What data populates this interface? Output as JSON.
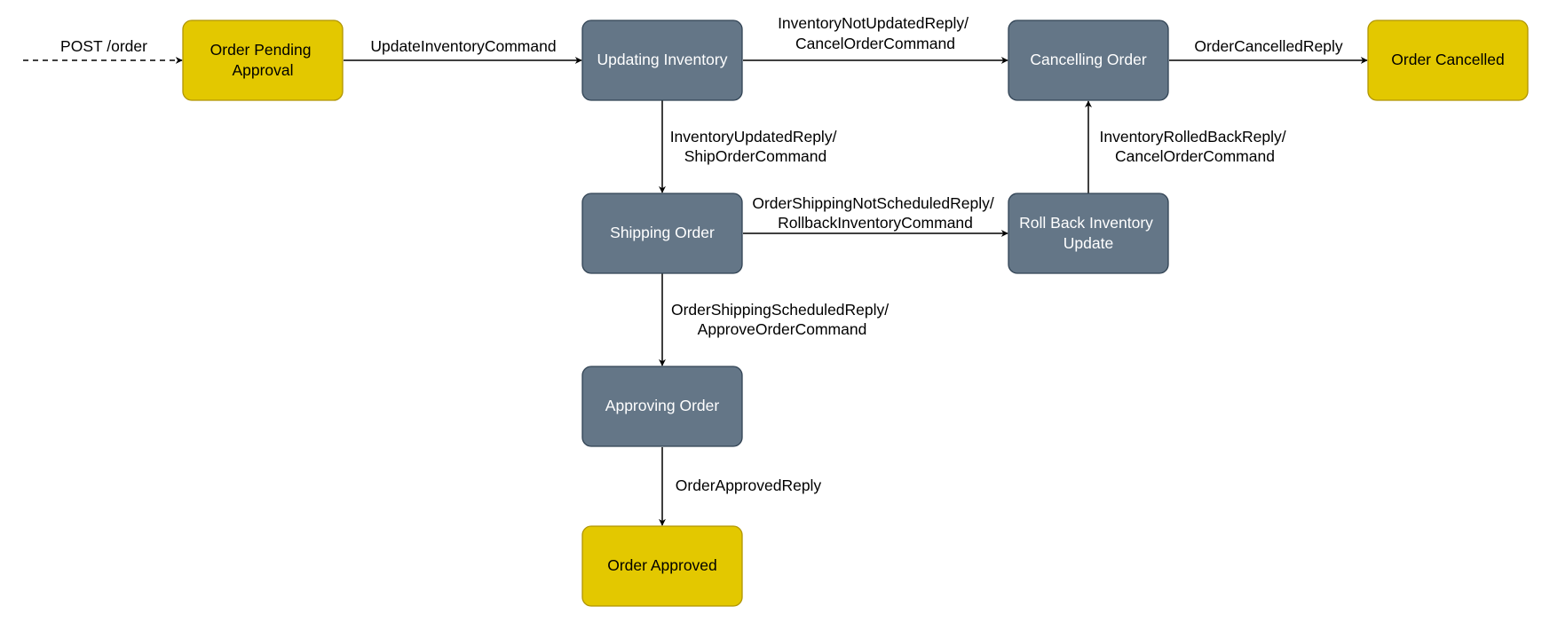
{
  "colors": {
    "terminal_fill": "#e3c800",
    "terminal_stroke": "#b09500",
    "process_fill": "#647687",
    "process_stroke": "#314354",
    "edge": "#000000"
  },
  "nodes": {
    "order_pending_approval": {
      "lines": [
        "Order Pending",
        "Approval"
      ],
      "kind": "terminal"
    },
    "updating_inventory": {
      "lines": [
        "Updating Inventory"
      ],
      "kind": "process"
    },
    "cancelling_order": {
      "lines": [
        "Cancelling Order"
      ],
      "kind": "process"
    },
    "order_cancelled": {
      "lines": [
        "Order Cancelled"
      ],
      "kind": "terminal"
    },
    "shipping_order": {
      "lines": [
        "Shipping Order"
      ],
      "kind": "process"
    },
    "roll_back_inventory_update": {
      "lines": [
        "Roll Back Inventory",
        "Update"
      ],
      "kind": "process"
    },
    "approving_order": {
      "lines": [
        "Approving Order"
      ],
      "kind": "process"
    },
    "order_approved": {
      "lines": [
        "Order Approved"
      ],
      "kind": "terminal"
    }
  },
  "edges": {
    "post_order": {
      "from": "",
      "to": "order_pending_approval",
      "style": "dashed",
      "label": [
        "POST /order"
      ]
    },
    "update_inventory_command": {
      "from": "order_pending_approval",
      "to": "updating_inventory",
      "style": "solid",
      "label": [
        "UpdateInventoryCommand"
      ]
    },
    "inventory_not_updated": {
      "from": "updating_inventory",
      "to": "cancelling_order",
      "style": "solid",
      "label": [
        "InventoryNotUpdatedReply/",
        "CancelOrderCommand"
      ]
    },
    "order_cancelled_reply": {
      "from": "cancelling_order",
      "to": "order_cancelled",
      "style": "solid",
      "label": [
        "OrderCancelledReply"
      ]
    },
    "inventory_updated": {
      "from": "updating_inventory",
      "to": "shipping_order",
      "style": "solid",
      "label": [
        "InventoryUpdatedReply/",
        "ShipOrderCommand"
      ]
    },
    "inventory_rolled_back": {
      "from": "roll_back_inventory_update",
      "to": "cancelling_order",
      "style": "solid",
      "label": [
        "InventoryRolledBackReply/",
        "CancelOrderCommand"
      ]
    },
    "shipping_not_scheduled": {
      "from": "shipping_order",
      "to": "roll_back_inventory_update",
      "style": "solid",
      "label": [
        "OrderShippingNotScheduledReply/",
        "RollbackInventoryCommand"
      ]
    },
    "shipping_scheduled": {
      "from": "shipping_order",
      "to": "approving_order",
      "style": "solid",
      "label": [
        "OrderShippingScheduledReply/",
        "ApproveOrderCommand"
      ]
    },
    "order_approved_reply": {
      "from": "approving_order",
      "to": "order_approved",
      "style": "solid",
      "label": [
        "OrderApprovedReply"
      ]
    }
  }
}
